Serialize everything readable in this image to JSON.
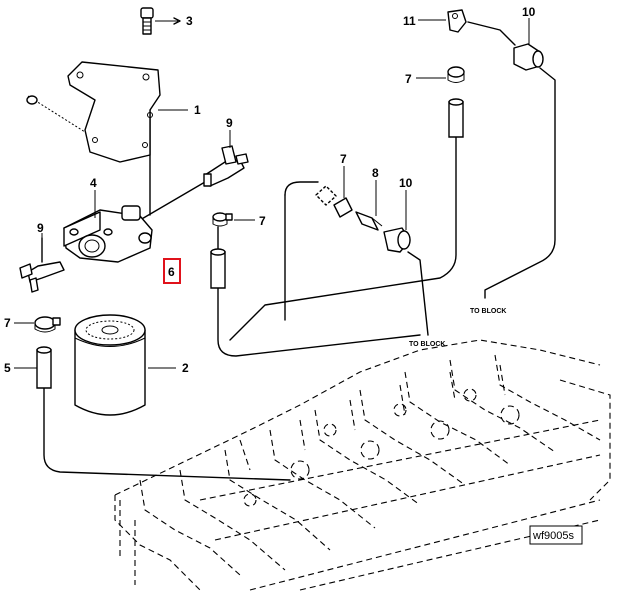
{
  "callouts": {
    "c1": "1",
    "c2": "2",
    "c3": "3",
    "c4": "4",
    "c5": "5",
    "c6": "6",
    "c7a": "7",
    "c7b": "7",
    "c7c": "7",
    "c7d": "7",
    "c8": "8",
    "c9a": "9",
    "c9b": "9",
    "c10a": "10",
    "c10b": "10",
    "c11": "11"
  },
  "labels": {
    "to_block_left": "TO BLOCK",
    "to_block_right": "TO BLOCK",
    "figure_ref": "wf9005s"
  },
  "highlight": {
    "callout": "6",
    "color": "#e0121b"
  }
}
